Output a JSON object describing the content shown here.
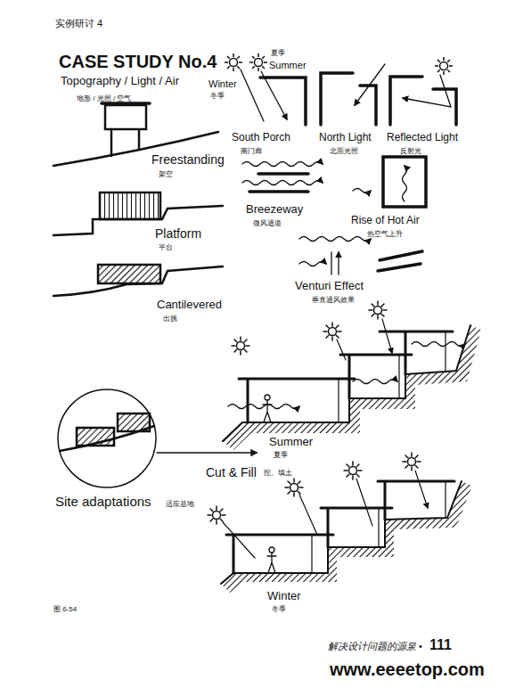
{
  "diagram": {
    "title": "CASE STUDY No.4",
    "labels": [
      "实例研讨 4",
      "Topography / Light / Air",
      "地形 / 光照 / 空气",
      "夏季",
      "Summer",
      "Winter",
      "冬季",
      "South Porch",
      "南门廊",
      "North Light",
      "北面光照",
      "Reflected Light",
      "反射光",
      "Freestanding",
      "架空",
      "Breezeway",
      "微风通道",
      "Rise of Hot Air",
      "热空气上升",
      "Platform",
      "平台",
      "Venturi Effect",
      "垂直通风效果",
      "Cantilevered",
      "出挑",
      "Summer",
      "夏季",
      "Cut & Fill",
      "挖、填土",
      "Site adaptations",
      "适应基地",
      "Winter",
      "冬季",
      "图 6-54",
      "解决设计问题的源泉",
      "•",
      "111",
      "www.eeeetop.com"
    ]
  }
}
